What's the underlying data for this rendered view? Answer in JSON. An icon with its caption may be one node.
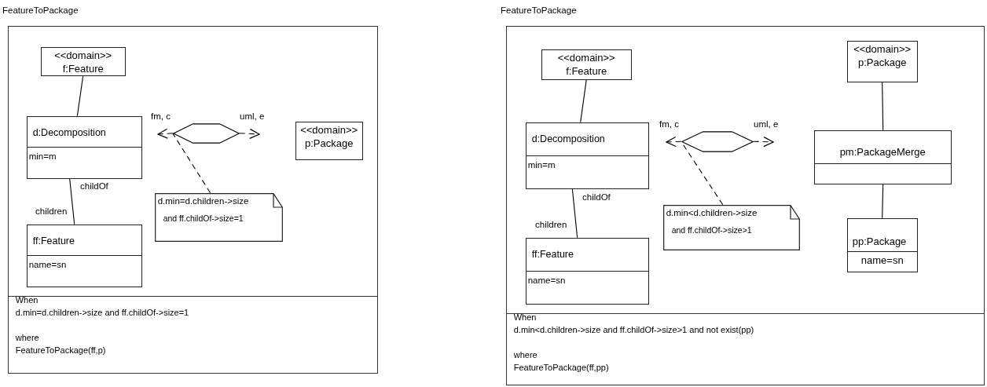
{
  "diagram": {
    "nodes": [
      {
        "text": [
          "FeatureToPackage"
        ]
      },
      {
        "text": [
          "<<domain>>",
          "f:Feature"
        ],
        "in": 0
      },
      {
        "text": [
          "d:Decomposition",
          "min=m"
        ],
        "in": 0
      },
      {
        "text": [],
        "shape": "hexagon",
        "in": 0
      },
      {
        "text": [
          "<<domain>>",
          "p:Package"
        ],
        "in": 0
      },
      {
        "text": [
          "d.min=d.children->size",
          "and ff.childOf->size=1"
        ],
        "in": 0
      },
      {
        "text": [
          "ff:Feature",
          "name=sn"
        ],
        "in": 0
      },
      {
        "text": [
          "When",
          "d.min=d.children->size and ff.childOf->size=1",
          "where",
          "FeatureToPackage(ff,p)"
        ],
        "in": 0
      },
      {
        "text": [
          "FeatureToPackage"
        ]
      },
      {
        "text": [
          "<<domain>>",
          "f:Feature"
        ],
        "in": 8
      },
      {
        "text": [
          "d:Decomposition",
          "min=m"
        ],
        "in": 8
      },
      {
        "text": [],
        "shape": "hexagon",
        "in": 8
      },
      {
        "text": [
          "<<domain>>",
          "p:Package"
        ],
        "in": 8
      },
      {
        "text": [
          "pm:PackageMerge"
        ],
        "in": 8
      },
      {
        "text": [
          "d.min<d.children->size",
          "and ff.childOf->size>1"
        ],
        "in": 8
      },
      {
        "text": [
          "ff:Feature",
          "name=sn"
        ],
        "in": 8
      },
      {
        "text": [
          "pp:Package",
          "name=sn"
        ],
        "in": 8
      },
      {
        "text": [
          "When",
          "d.min<d.children->size and ff.childOf->size>1 and not exist(pp)",
          "where",
          "FeatureToPackage(ff,pp)"
        ],
        "in": 8
      }
    ],
    "edges": [
      {
        "from": 1,
        "to": 2,
        "arrow": "none"
      },
      {
        "from": 2,
        "to": 6,
        "arrow": "none"
      },
      {
        "from": 5,
        "to": 3,
        "arrow": "none",
        "style": "dashed"
      },
      {
        "from": 3,
        "to": null,
        "arrow": "to",
        "label": "fm, c",
        "style": "dashed"
      },
      {
        "from": 3,
        "to": null,
        "arrow": "to",
        "label": "uml, e",
        "style": "dashed"
      },
      {
        "from": 9,
        "to": 10,
        "arrow": "none"
      },
      {
        "from": 10,
        "to": 15,
        "arrow": "none"
      },
      {
        "from": 14,
        "to": 11,
        "arrow": "none",
        "style": "dashed"
      },
      {
        "from": 11,
        "to": null,
        "arrow": "to",
        "label": "fm, c",
        "style": "dashed"
      },
      {
        "from": 11,
        "to": null,
        "arrow": "to",
        "label": "uml, e",
        "style": "dashed"
      },
      {
        "from": 12,
        "to": 13,
        "arrow": "none"
      },
      {
        "from": 13,
        "to": 16,
        "arrow": "none"
      }
    ],
    "labels": [
      "childOf",
      "children",
      "childOf",
      "children"
    ]
  }
}
